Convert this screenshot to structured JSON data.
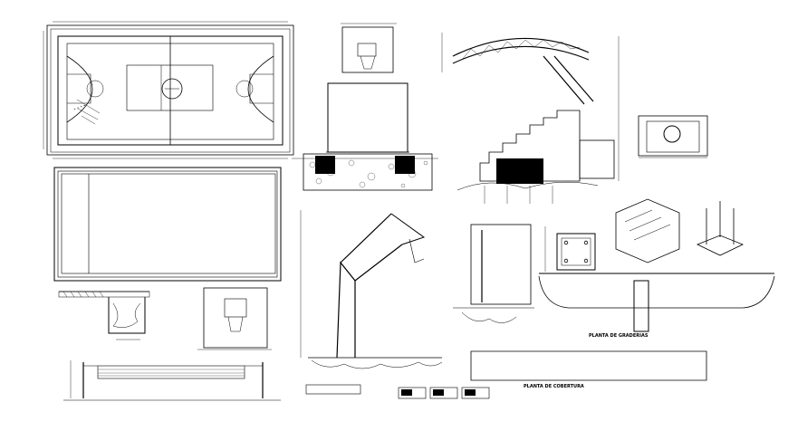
{
  "sheet": {
    "background": "#ffffff",
    "line_color": "#000000"
  },
  "labels": {
    "bleacher_plan_title": "PLANTA DE GRADERIAS",
    "cover_plan_title": "PLANTA DE COBERTURA"
  },
  "details": [
    {
      "id": "basketball-court-plan",
      "icon": "basketball-court"
    },
    {
      "id": "court-floor-grid",
      "icon": "floor-grid"
    },
    {
      "id": "drainage-channel-section",
      "icon": "drain-section"
    },
    {
      "id": "volleyball-net-elevation",
      "icon": "volleyball-net"
    },
    {
      "id": "backboard-elevation",
      "icon": "backboard"
    },
    {
      "id": "hoop-foundation-section",
      "icon": "foundation"
    },
    {
      "id": "backboard-front-small",
      "icon": "backboard"
    },
    {
      "id": "hoop-side-elevation",
      "icon": "basketball-hoop"
    },
    {
      "id": "footing-detail",
      "icon": "footing"
    },
    {
      "id": "truss-bleacher-section",
      "icon": "truss-canopy"
    },
    {
      "id": "anchor-plate-detail",
      "icon": "anchor-plate"
    },
    {
      "id": "bleacher-isometric",
      "icon": "isometric-bleacher"
    },
    {
      "id": "column-isometric",
      "icon": "isometric-column"
    },
    {
      "id": "pipe-clamp-detail",
      "icon": "pipe-clamp"
    },
    {
      "id": "canopy-elevation",
      "icon": "canopy"
    },
    {
      "id": "bleacher-plan",
      "icon": "bleacher-plan"
    },
    {
      "id": "title-strips",
      "icon": "title-block"
    }
  ]
}
